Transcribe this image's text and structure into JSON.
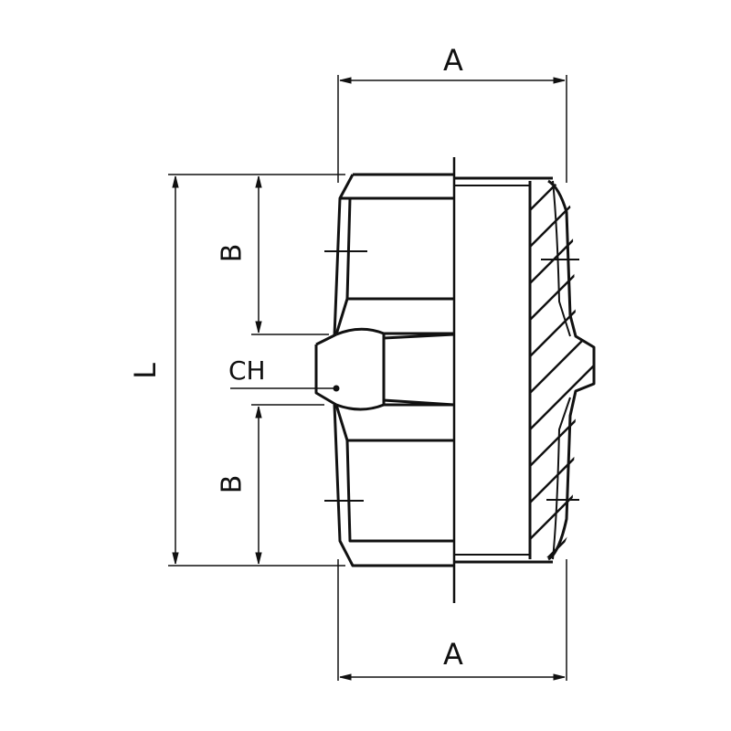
{
  "drawing": {
    "subject": "Hex nipple pipe fitting — technical dimension drawing",
    "line_color": "#111111",
    "background": "#ffffff",
    "dimensions": {
      "top_width_label": "A",
      "bottom_width_label": "A",
      "overall_length_label": "L",
      "upper_thread_label": "B",
      "lower_thread_label": "B",
      "hex_label": "CH"
    }
  }
}
